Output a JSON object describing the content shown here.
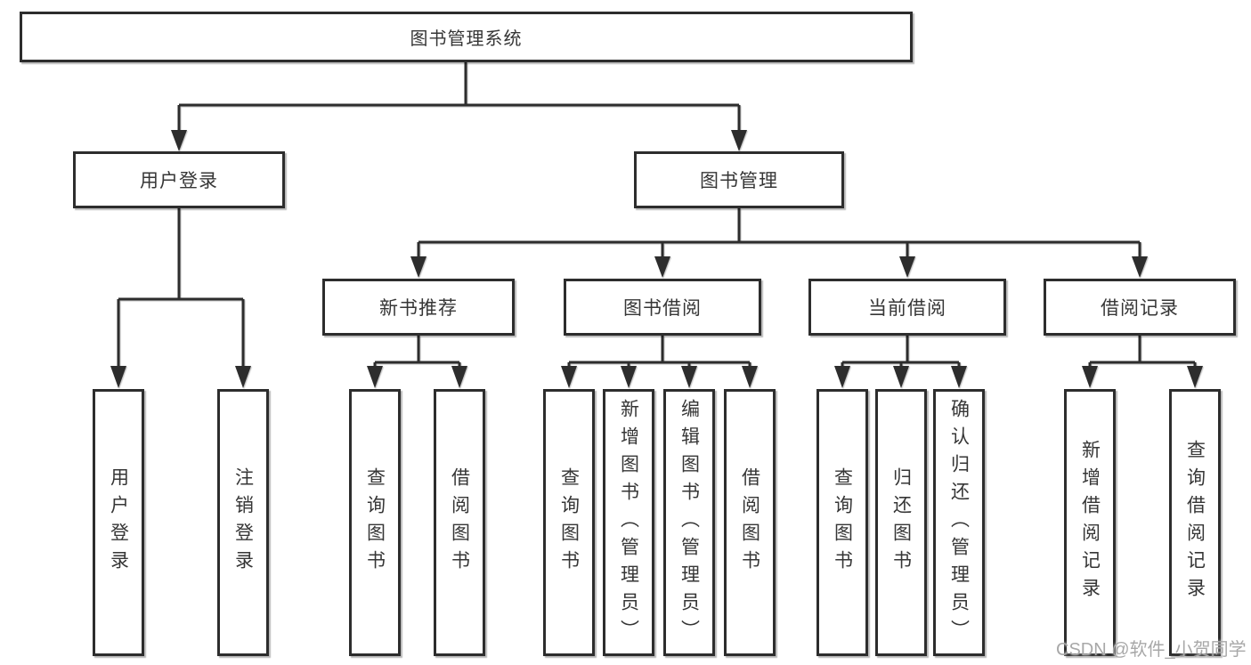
{
  "diagram": {
    "title": "图书管理系统",
    "level2": [
      {
        "label": "用户登录"
      },
      {
        "label": "图书管理"
      }
    ],
    "level3": [
      {
        "label": "新书推荐"
      },
      {
        "label": "图书借阅"
      },
      {
        "label": "当前借阅"
      },
      {
        "label": "借阅记录"
      }
    ],
    "leaves": [
      {
        "label": "用户登录"
      },
      {
        "label": "注销登录"
      },
      {
        "label": "查询图书"
      },
      {
        "label": "借阅图书"
      },
      {
        "label": "查询图书"
      },
      {
        "label": "新增图书（管理员）"
      },
      {
        "label": "编辑图书（管理员）"
      },
      {
        "label": "借阅图书"
      },
      {
        "label": "查询图书"
      },
      {
        "label": "归还图书"
      },
      {
        "label": "确认归还（管理员）"
      },
      {
        "label": "新增借阅记录"
      },
      {
        "label": "查询借阅记录"
      }
    ]
  },
  "watermark": "CSDN @软件_小贺同学",
  "colors": {
    "line": "#2d2d2d",
    "box_border": "#2d2d2d",
    "text": "#363636",
    "watermark": "#a8a8a8",
    "background": "#ffffff"
  }
}
